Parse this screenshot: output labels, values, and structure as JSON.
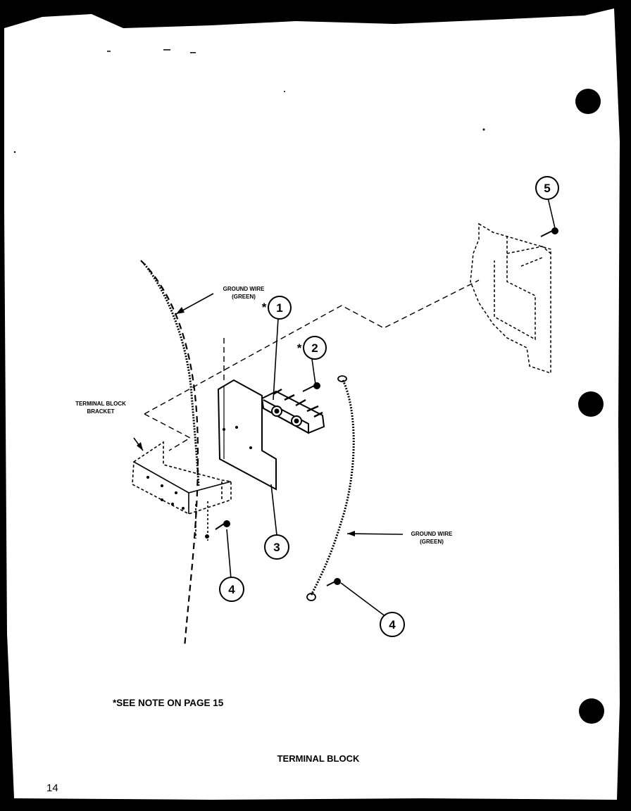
{
  "labels": {
    "ground_wire_top_line1": "GROUND WIRE",
    "ground_wire_top_line2": "(GREEN)",
    "ground_wire_right_line1": "GROUND WIRE",
    "ground_wire_right_line2": "(GREEN)",
    "bracket_line1": "TERMINAL BLOCK",
    "bracket_line2": "BRACKET"
  },
  "callouts": {
    "c1": "1",
    "c1_mark": "*",
    "c2": "2",
    "c2_mark": "*",
    "c3": "3",
    "c4_left": "4",
    "c4_right": "4",
    "c5": "5"
  },
  "note": "*SEE NOTE ON PAGE 15",
  "title": "TERMINAL BLOCK",
  "page_number": "14"
}
